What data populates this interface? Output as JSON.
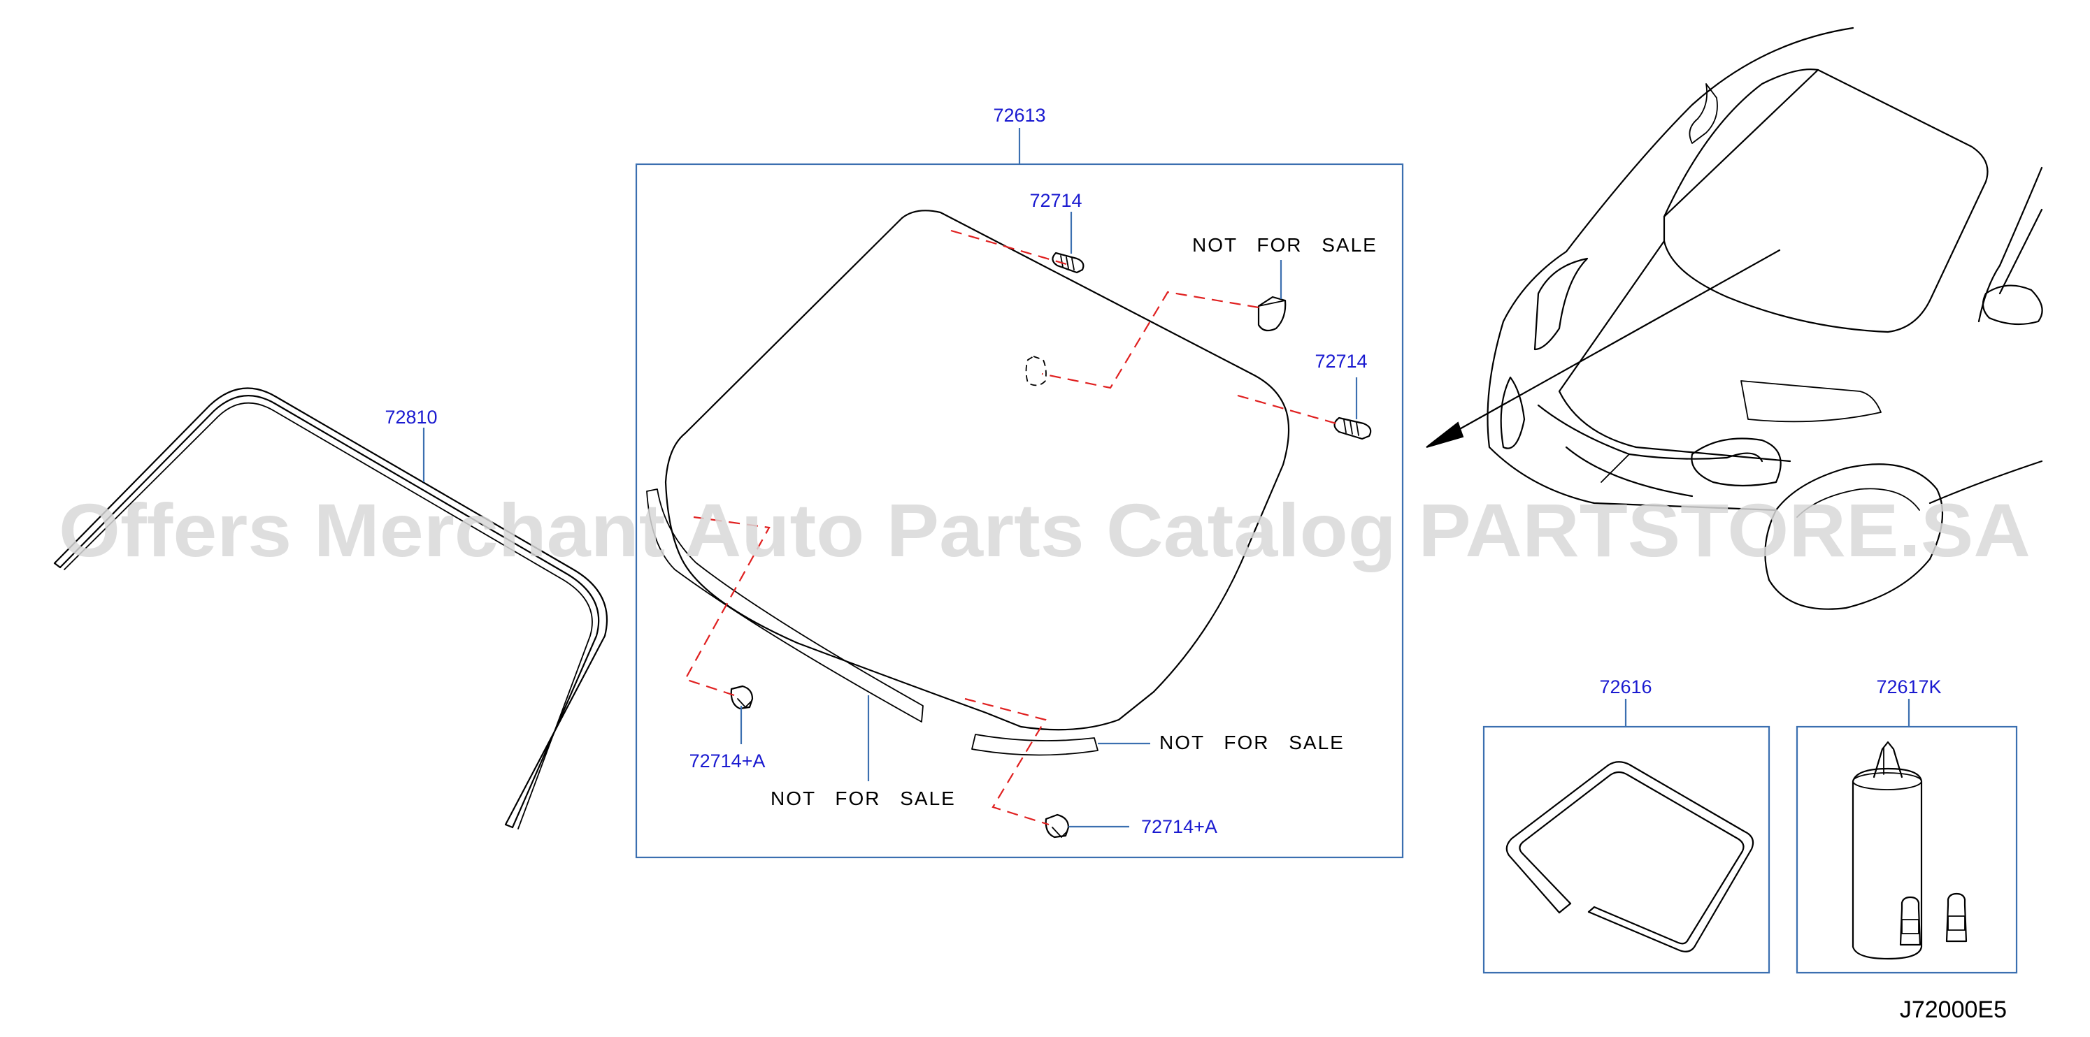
{
  "diagram": {
    "code": "J72000E5",
    "watermark": "Offers Merchant Auto Parts Catalog PARTSTORE.SA",
    "note": "NOT FOR SALE",
    "parts": {
      "windshield_assy": "72613",
      "molding": "72810",
      "clip_top": "72714",
      "clip_right": "72714",
      "clip_left_a": "72714+A",
      "clip_bottom_a": "72714+A",
      "dam_rubber": "72616",
      "adhesive_kit": "72617K"
    },
    "colors": {
      "callout_text": "#1a1ad0",
      "frame": "#3b6fb0",
      "dashed_leader": "#e02020",
      "linework": "#000000",
      "watermark": "#d8d8d8"
    }
  }
}
